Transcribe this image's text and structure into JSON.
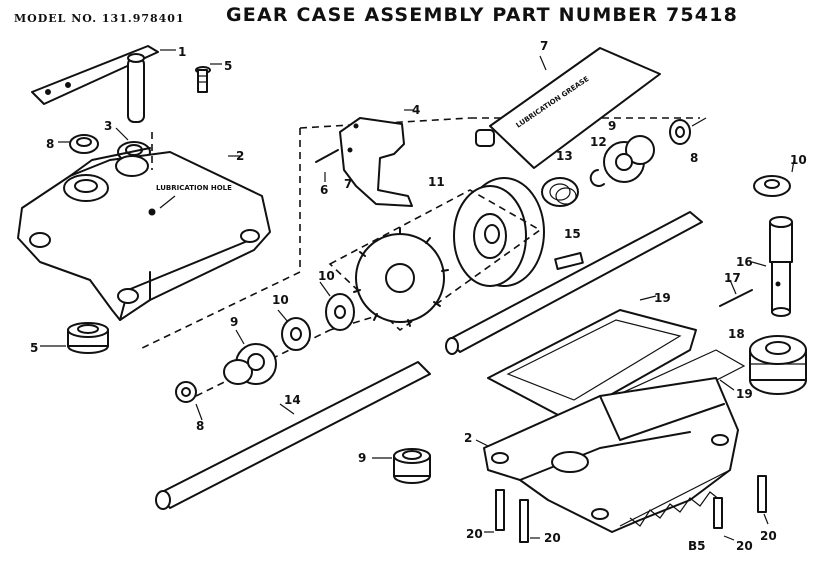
{
  "header": {
    "model_line": "MODEL NO. 131.978401",
    "title": "GEAR CASE ASSEMBLY PART NUMBER 75418"
  },
  "inline_labels": {
    "grease_tube": "LUBRICATION GREASE",
    "lube_hole": "LUBRICATION HOLE"
  },
  "corner_code": "B5",
  "callouts": {
    "c1": "1",
    "c5a": "5",
    "c3": "3",
    "c8a": "8",
    "c2a": "2",
    "c4": "4",
    "c6": "6",
    "c7a": "7",
    "c7b": "7",
    "c11": "11",
    "c13": "13",
    "c12": "12",
    "c9a": "9",
    "c8b": "8",
    "c10a": "10",
    "c16": "16",
    "c17": "17",
    "c15": "15",
    "c5b": "5",
    "c10b": "10",
    "c10c": "10",
    "c9b": "9",
    "c8c": "8",
    "c14": "14",
    "c19a": "19",
    "c18": "18",
    "c19b": "19",
    "c2b": "2",
    "c9c": "9",
    "c20a": "20",
    "c20b": "20",
    "c20c": "20",
    "c20d": "20"
  }
}
